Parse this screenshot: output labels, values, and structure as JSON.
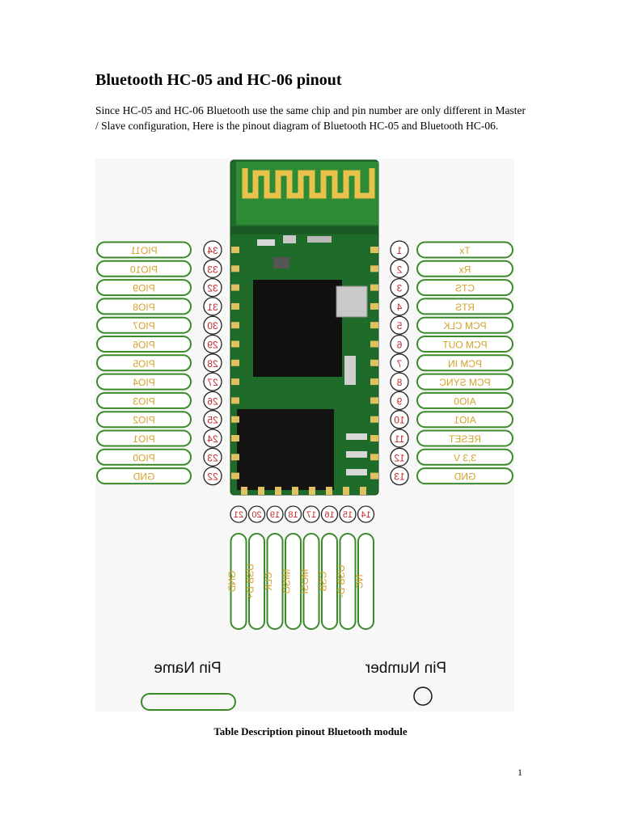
{
  "document": {
    "heading": "Bluetooth HC-05 and HC-06 pinout",
    "intro": "Since HC-05 and HC-06 Bluetooth use the same chip and pin number are only different in Master / Slave configuration, Here is the pinout diagram of Bluetooth HC-05 and Bluetooth HC-06.",
    "caption": "Table Description pinout Bluetooth module",
    "page_number": "1"
  },
  "diagram": {
    "colors": {
      "pin_outline": "#3a8a2a",
      "number_text": "#c0282c",
      "name_text": "#d4a12a",
      "pcb": "#1f6b2a",
      "antenna": "#e8c24a"
    },
    "right_pins": [
      {
        "number": "1",
        "name": "Tx"
      },
      {
        "number": "2",
        "name": "Rx"
      },
      {
        "number": "3",
        "name": "CTS"
      },
      {
        "number": "4",
        "name": "RTS"
      },
      {
        "number": "5",
        "name": "PCM CLK"
      },
      {
        "number": "6",
        "name": "PCM OUT"
      },
      {
        "number": "7",
        "name": "PCM IN"
      },
      {
        "number": "8",
        "name": "PCM SYNC"
      },
      {
        "number": "9",
        "name": "AIO0"
      },
      {
        "number": "10",
        "name": "AIO1"
      },
      {
        "number": "11",
        "name": "RESET"
      },
      {
        "number": "12",
        "name": "3,3 V"
      },
      {
        "number": "13",
        "name": "GND"
      }
    ],
    "left_pins": [
      {
        "number": "34",
        "name": "PIO11"
      },
      {
        "number": "33",
        "name": "PIO10"
      },
      {
        "number": "32",
        "name": "PIO9"
      },
      {
        "number": "31",
        "name": "PIO8"
      },
      {
        "number": "30",
        "name": "PIO7"
      },
      {
        "number": "29",
        "name": "PIO6"
      },
      {
        "number": "28",
        "name": "PIO5"
      },
      {
        "number": "27",
        "name": "PIO4"
      },
      {
        "number": "26",
        "name": "PIO3"
      },
      {
        "number": "25",
        "name": "PIO2"
      },
      {
        "number": "24",
        "name": "PIO1"
      },
      {
        "number": "23",
        "name": "PIO0"
      },
      {
        "number": "22",
        "name": "GND"
      }
    ],
    "bottom_numbers": [
      "21",
      "20",
      "19",
      "18",
      "17",
      "16",
      "15",
      "14"
    ],
    "bottom_names": [
      "GND",
      "USB D+",
      "CLK",
      "MISO",
      "MOSI",
      "CSB",
      "USB D-",
      "NC"
    ],
    "legend": {
      "pin_name": "Pin Name",
      "pin_number": "Pin Number"
    }
  }
}
